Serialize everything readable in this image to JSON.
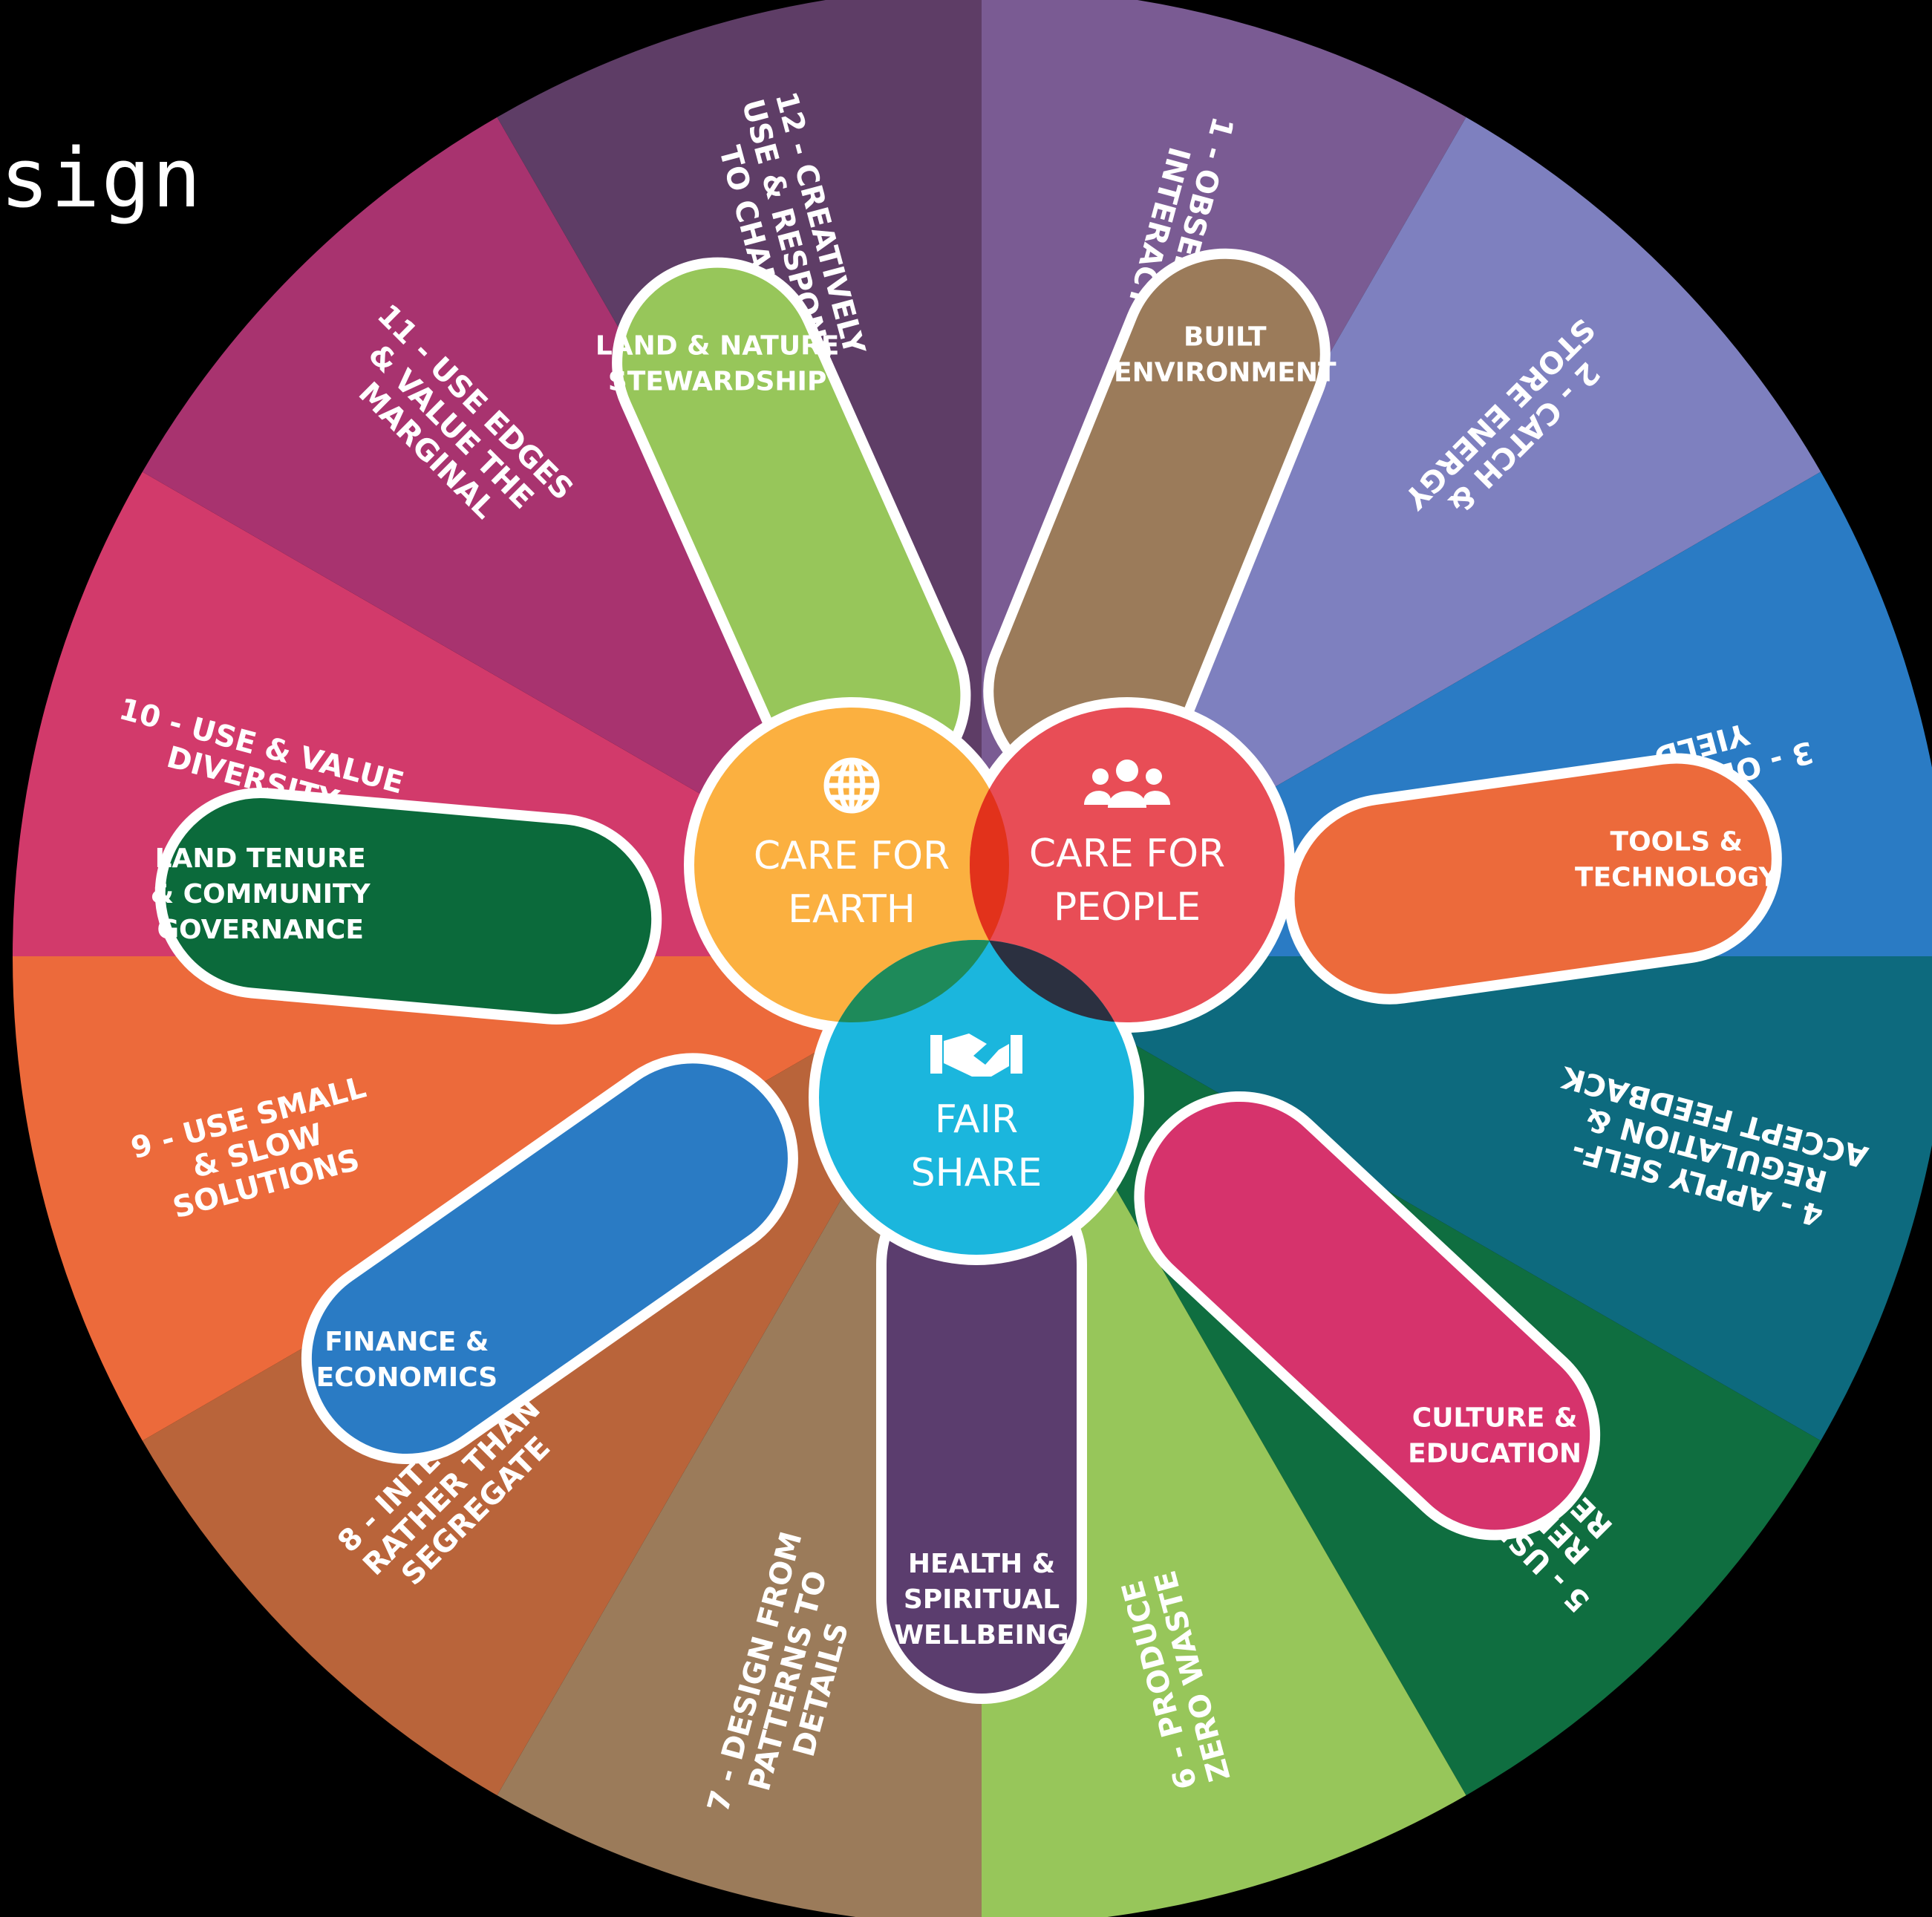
{
  "title": "sign",
  "principles": [
    {
      "id": 1,
      "lines": [
        "1 - OBSERVE &",
        "INTERACT"
      ],
      "color": "#7a5b93"
    },
    {
      "id": 2,
      "lines": [
        "2 - CATCH &",
        "STORE ENERGY"
      ],
      "color": "#7e80bf"
    },
    {
      "id": 3,
      "lines": [
        "3 - OBTAIN A",
        "YIELD"
      ],
      "color": "#2a7bc4"
    },
    {
      "id": 4,
      "lines": [
        "4 - APPLY SELF-",
        "REGULATION &",
        "ACCEPT FEEDBACK"
      ],
      "color": "#0d6a7e"
    },
    {
      "id": 5,
      "lines": [
        "5 - USE & VALUE",
        "RENEWABLE",
        "RESOURCES"
      ],
      "color": "#0f6e40"
    },
    {
      "id": 6,
      "lines": [
        "6 - PRODUCE",
        "ZERO WASTE"
      ],
      "color": "#97c65a"
    },
    {
      "id": 7,
      "lines": [
        "7 - DESIGN FROM",
        "PATTERNS TO",
        "DETAILS"
      ],
      "color": "#9b7b5a"
    },
    {
      "id": 8,
      "lines": [
        "8 - INTEGRATE",
        "RATHER THAN",
        "SEGREGATE"
      ],
      "color": "#b9643a"
    },
    {
      "id": 9,
      "lines": [
        "9 - USE SMALL",
        "& SLOW",
        "SOLUTIONS"
      ],
      "color": "#ec6a3b"
    },
    {
      "id": 10,
      "lines": [
        "10 - USE & VALUE",
        "DIVERSITY"
      ],
      "color": "#d23a6b"
    },
    {
      "id": 11,
      "lines": [
        "11 - USE EDGES",
        "& VALUE THE",
        "MARGINAL"
      ],
      "color": "#a8336f"
    },
    {
      "id": 12,
      "lines": [
        "12 - CREATIVELY",
        "USE & RESPOND",
        "TO CHANGE"
      ],
      "color": "#5e3d66"
    }
  ],
  "petals": [
    {
      "name": "built-environment",
      "lines": [
        "BUILT",
        "ENVIRONMENT"
      ],
      "color": "#9b7b5a"
    },
    {
      "name": "tools-technology",
      "lines": [
        "TOOLS &",
        "TECHNOLOGY"
      ],
      "color": "#ec6a3b"
    },
    {
      "name": "culture-education",
      "lines": [
        "CULTURE &",
        "EDUCATION"
      ],
      "color": "#d6336c"
    },
    {
      "name": "health-spiritual-wellbeing",
      "lines": [
        "HEALTH &",
        "SPIRITUAL",
        "WELLBEING"
      ],
      "color": "#5b3d6e"
    },
    {
      "name": "finance-economics",
      "lines": [
        "FINANCE &",
        "ECONOMICS"
      ],
      "color": "#2a7bc4"
    },
    {
      "name": "land-tenure-community-governance",
      "lines": [
        "LAND TENURE",
        "& COMMUNITY",
        "GOVERNANCE"
      ],
      "color": "#0b6a3b"
    },
    {
      "name": "land-nature-stewardship",
      "lines": [
        "LAND & NATURE",
        "STEWARDSHIP"
      ],
      "color": "#97c65a"
    }
  ],
  "ethics": [
    {
      "name": "care-for-earth",
      "lines": [
        "CARE FOR",
        "EARTH"
      ],
      "color": "#fbb040",
      "icon": "globe-icon"
    },
    {
      "name": "care-for-people",
      "lines": [
        "CARE FOR",
        "PEOPLE"
      ],
      "color": "#e84d56",
      "icon": "people-icon"
    },
    {
      "name": "fair-share",
      "lines": [
        "FAIR",
        "SHARE"
      ],
      "color": "#1bb6dd",
      "icon": "handshake-icon"
    }
  ]
}
